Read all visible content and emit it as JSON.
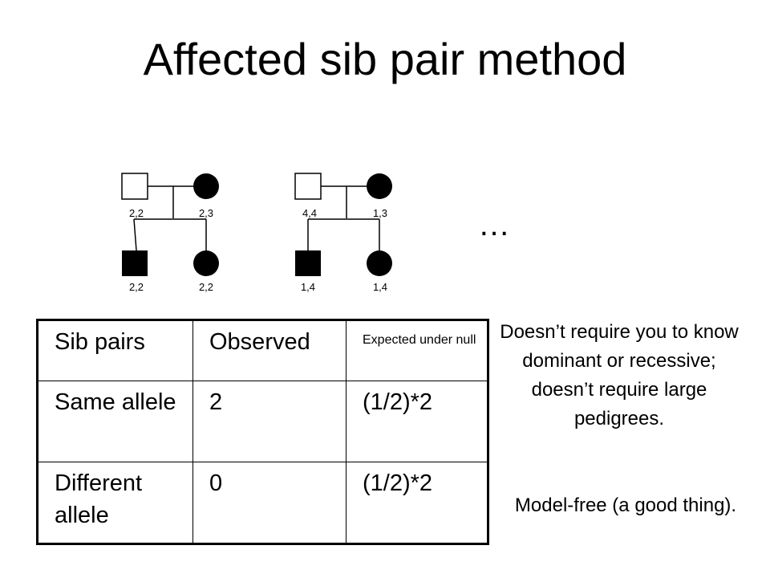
{
  "title": "Affected sib pair method",
  "pedigrees": [
    {
      "parents": {
        "father": {
          "sex": "male",
          "affected": false,
          "genotype": "2,2"
        },
        "mother": {
          "sex": "female",
          "affected": true,
          "genotype": "2,3"
        }
      },
      "children": [
        {
          "sex": "male",
          "affected": true,
          "genotype": "2,2"
        },
        {
          "sex": "female",
          "affected": true,
          "genotype": "2,2"
        }
      ]
    },
    {
      "parents": {
        "father": {
          "sex": "male",
          "affected": false,
          "genotype": "4,4"
        },
        "mother": {
          "sex": "female",
          "affected": true,
          "genotype": "1,3"
        }
      },
      "children": [
        {
          "sex": "male",
          "affected": true,
          "genotype": "1,4"
        },
        {
          "sex": "female",
          "affected": true,
          "genotype": "1,4"
        }
      ]
    }
  ],
  "ellipsis": "…",
  "table": {
    "headers": [
      "Sib pairs",
      "Observed",
      "Expected under null"
    ],
    "rows": [
      [
        "Same allele",
        "2",
        "(1/2)*2"
      ],
      [
        "Different allele",
        "0",
        "(1/2)*2"
      ]
    ]
  },
  "notes": [
    "Doesn’t require you to know dominant or recessive; doesn’t require large pedigrees.",
    "Model-free (a good thing)."
  ]
}
